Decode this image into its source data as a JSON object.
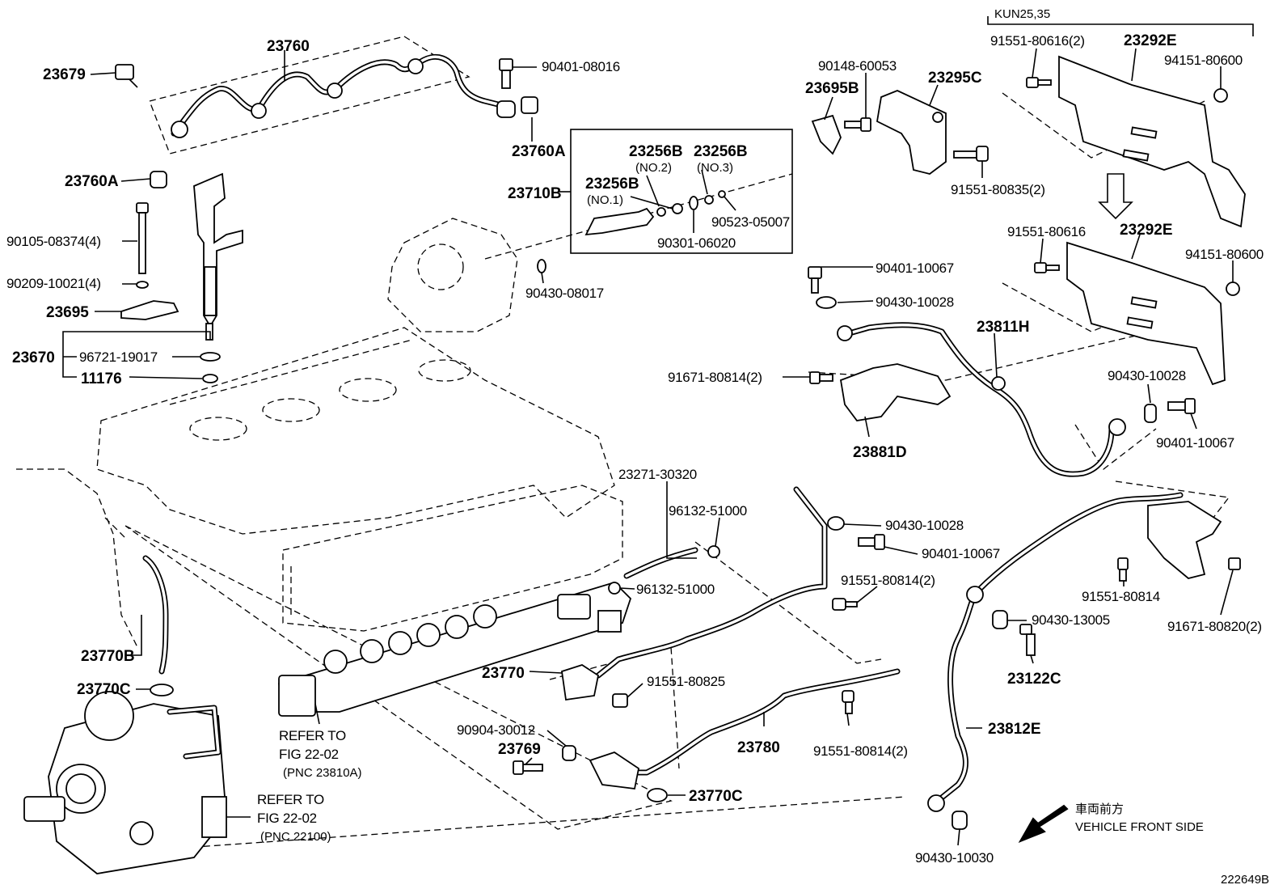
{
  "diagram": {
    "model_code": "KUN25,35",
    "figure_id": "222649B",
    "front_side": {
      "japanese": "車両前方",
      "english": "VEHICLE FRONT SIDE"
    },
    "notes": {
      "ref1_line1": "REFER TO",
      "ref1_line2": "FIG 22-02",
      "ref1_line3": "(PNC 23810A)",
      "ref2_line1": "REFER TO",
      "ref2_line2": "FIG 22-02",
      "ref2_line3": "(PNC 22100)"
    },
    "callouts": {
      "p23760": "23760",
      "p23679": "23679",
      "p90401_08016": "90401-08016",
      "p23760A_top": "23760A",
      "p23760A_left": "23760A",
      "p90105": "90105-08374(4)",
      "p90209": "90209-10021(4)",
      "p23695": "23695",
      "p23670": "23670",
      "p96721": "96721-19017",
      "p11176": "11176",
      "p23256B_no2": "23256B",
      "no2": "(NO.2)",
      "p23256B_no3": "23256B",
      "no3": "(NO.3)",
      "p23256B_no1": "23256B",
      "no1": "(NO.1)",
      "p23710B": "23710B",
      "p90301": "90301-06020",
      "p90523": "90523-05007",
      "p90430_08017": "90430-08017",
      "p90148": "90148-60053",
      "p23695B": "23695B",
      "p23295C": "23295C",
      "p91551_80835": "91551-80835(2)",
      "p91551_80616_2": "91551-80616(2)",
      "p23292E_top": "23292E",
      "p94151_top": "94151-80600",
      "p91551_80616": "91551-80616",
      "p23292E_mid": "23292E",
      "p94151_mid": "94151-80600",
      "p90401_10067_a": "90401-10067",
      "p90430_10028_a": "90430-10028",
      "p23811H": "23811H",
      "p91671_80814": "91671-80814(2)",
      "p23881D": "23881D",
      "p90430_10028_b": "90430-10028",
      "p90401_10067_b": "90401-10067",
      "p23271": "23271-30320",
      "p96132_a": "96132-51000",
      "p96132_b": "96132-51000",
      "p90430_10028_c": "90430-10028",
      "p90401_10067_c": "90401-10067",
      "p91551_80814_2a": "91551-80814(2)",
      "p23770B": "23770B",
      "p23770C_top": "23770C",
      "p23770": "23770",
      "p91551_80825": "91551-80825",
      "p90904": "90904-30012",
      "p23769": "23769",
      "p23780": "23780",
      "p91551_80814_2b": "91551-80814(2)",
      "p23770C_bot": "23770C",
      "p91551_80814": "91551-80814",
      "p90430_13005": "90430-13005",
      "p91671_80820": "91671-80820(2)",
      "p23122C": "23122C",
      "p23812E": "23812E",
      "p90430_10030": "90430-10030"
    }
  }
}
